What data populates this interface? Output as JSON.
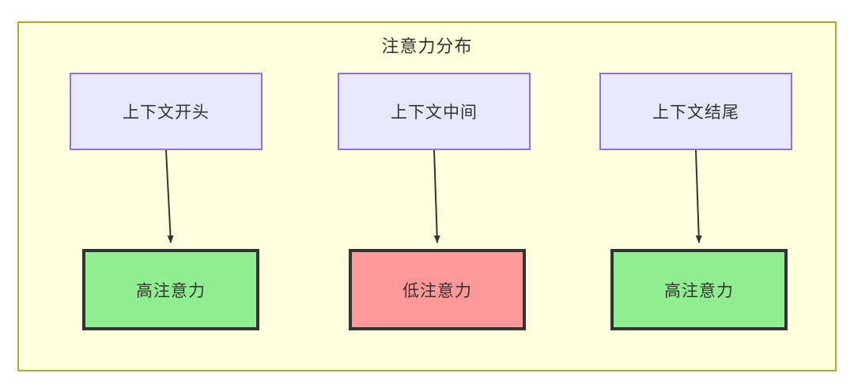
{
  "diagram": {
    "title": "注意力分布",
    "type": "flowchart",
    "container": {
      "fill_color": "#ffffde",
      "border_color": "#aaaa33"
    },
    "palette": {
      "context_fill": "#e8e8fd",
      "context_border": "#9370db",
      "high_attention_fill": "#90ee90",
      "low_attention_fill": "#ff9999",
      "attention_border": "#333333",
      "edge_color": "#333333",
      "text_color": "#333333"
    },
    "columns": [
      {
        "source": {
          "label": "上下文开头"
        },
        "target": {
          "label": "高注意力",
          "level": "high"
        }
      },
      {
        "source": {
          "label": "上下文中间"
        },
        "target": {
          "label": "低注意力",
          "level": "low"
        }
      },
      {
        "source": {
          "label": "上下文结尾"
        },
        "target": {
          "label": "高注意力",
          "level": "high"
        }
      }
    ]
  }
}
